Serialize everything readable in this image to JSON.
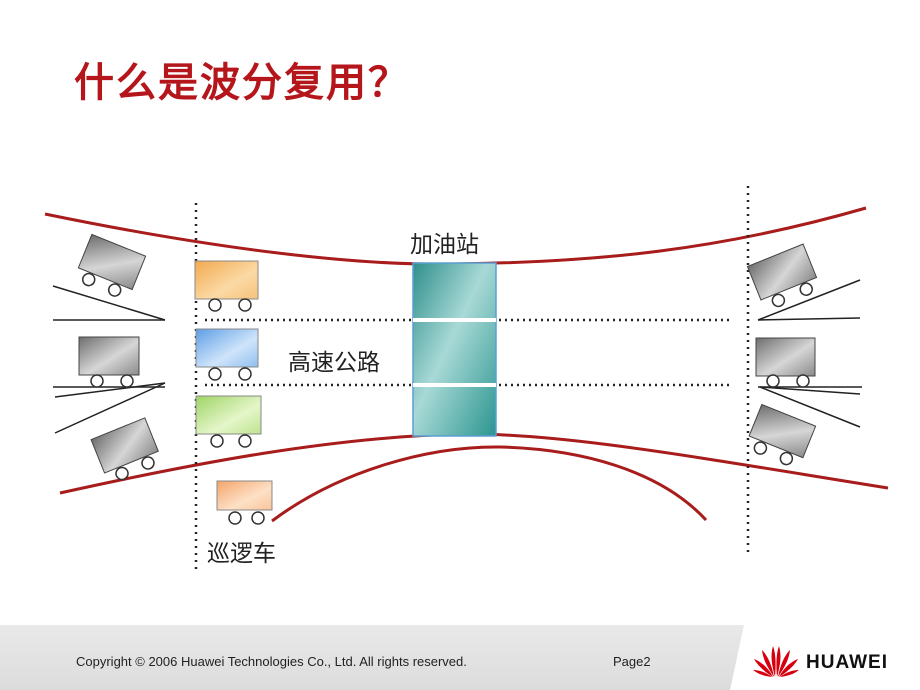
{
  "slide": {
    "title": "什么是波分复用？"
  },
  "diagram": {
    "labels": {
      "station": "加油站",
      "highway": "高速公路",
      "patrol": "巡逻车"
    }
  },
  "footer": {
    "copyright": "Copyright © 2006 Huawei Technologies Co., Ltd. All rights reserved.",
    "page": "Page2",
    "brand": "HUAWEI"
  },
  "colors": {
    "title": "#b5161b",
    "road_edge": "#a81c1c",
    "station": "#3aa7a2",
    "truck_orange": "#f6c27a",
    "truck_blue": "#8fbff0",
    "truck_green": "#bfe38f",
    "truck_gray": "#8a8a8a",
    "logo_red": "#d7000f"
  }
}
